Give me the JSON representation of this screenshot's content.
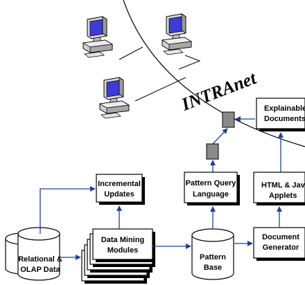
{
  "network": {
    "label": "INTRAnet"
  },
  "nodes": {
    "relational": {
      "line1": "Relational &",
      "line2": "OLAP Data"
    },
    "incremental": {
      "line1": "Incremental",
      "line2": "Updates"
    },
    "mining": {
      "line1": "Data Mining",
      "line2": "Modules"
    },
    "pattern_base": {
      "line1": "Pattern",
      "line2": "Base"
    },
    "pql": {
      "line1": "Pattern Query",
      "line2": "Language"
    },
    "doc_gen": {
      "line1": "Document",
      "line2": "Generator"
    },
    "html_java": {
      "line1": "HTML & Java",
      "line2": "Applets"
    },
    "explainable": {
      "line1": "Explainable",
      "line2": "Documents"
    }
  },
  "colors": {
    "arrow": "#1f3f9f",
    "connector": "#8a8a8a",
    "computer": "#3c3cd8"
  },
  "icons": [
    "computer-icon",
    "computer-icon",
    "computer-icon"
  ]
}
